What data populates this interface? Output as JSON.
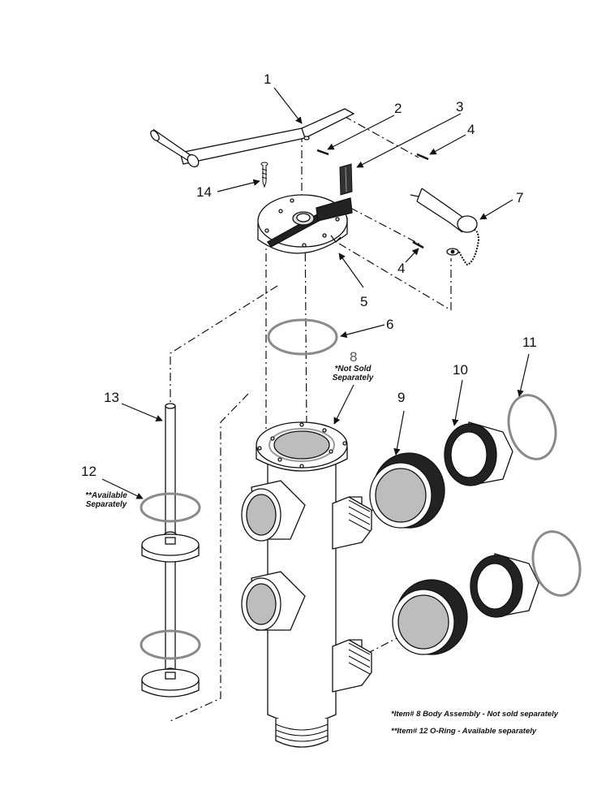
{
  "diagram": {
    "callouts": [
      {
        "id": "1",
        "text": "1"
      },
      {
        "id": "2",
        "text": "2"
      },
      {
        "id": "3",
        "text": "3"
      },
      {
        "id": "4a",
        "text": "4"
      },
      {
        "id": "4b",
        "text": "4"
      },
      {
        "id": "5",
        "text": "5"
      },
      {
        "id": "6",
        "text": "6"
      },
      {
        "id": "7",
        "text": "7"
      },
      {
        "id": "8",
        "text": "8"
      },
      {
        "id": "9",
        "text": "9"
      },
      {
        "id": "10",
        "text": "10"
      },
      {
        "id": "11",
        "text": "11"
      },
      {
        "id": "12",
        "text": "12"
      },
      {
        "id": "13",
        "text": "13"
      },
      {
        "id": "14",
        "text": "14"
      }
    ],
    "notes": {
      "not_sold_line1": "*Not Sold",
      "not_sold_line2": "Separately",
      "available_line1": "**Available",
      "available_line2": "Separately"
    },
    "footnotes": [
      "*Item# 8 Body Assembly - Not sold separately",
      "**Item# 12 O-Ring - Available separately"
    ],
    "colors": {
      "line": "#111111",
      "fill_dark": "#222222",
      "fill_light": "#eeeeee",
      "oring": "#8a8a8a",
      "port": "#bdbdbd"
    }
  }
}
